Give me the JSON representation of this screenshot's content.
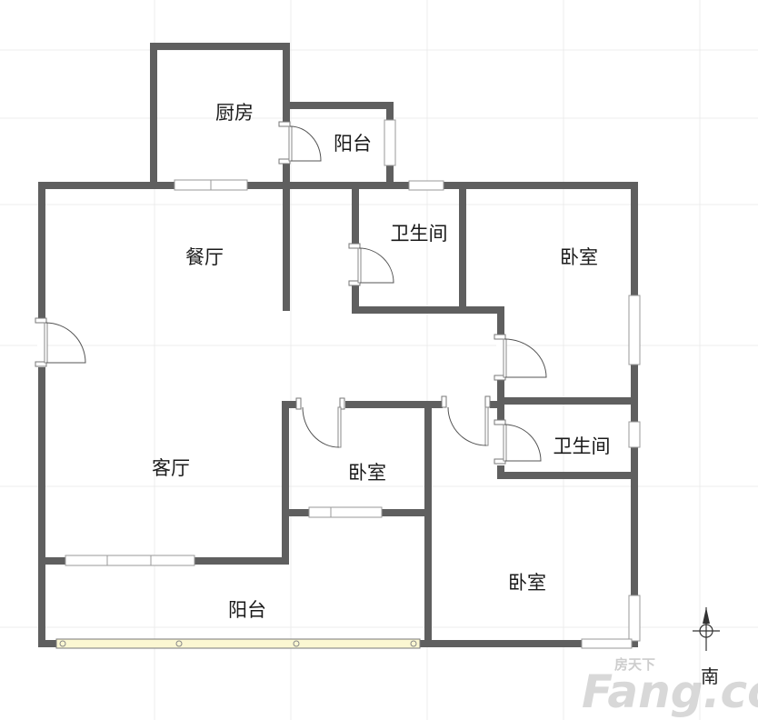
{
  "rooms": {
    "kitchen": "厨房",
    "balcony_top": "阳台",
    "dining": "餐厅",
    "bath_top": "卫生间",
    "bedroom_ne": "卧室",
    "living": "客厅",
    "bedroom_mid": "卧室",
    "bath_east": "卫生间",
    "bedroom_se": "卧室",
    "balcony_bottom": "阳台"
  },
  "compass": {
    "label": "南",
    "icon": "compass-icon"
  },
  "watermark": {
    "brand": "Fang.com",
    "cn": "房天下"
  },
  "colors": {
    "wall": "#5f5f5f",
    "grid": "#ececec",
    "rail": "#fbf7d2"
  }
}
